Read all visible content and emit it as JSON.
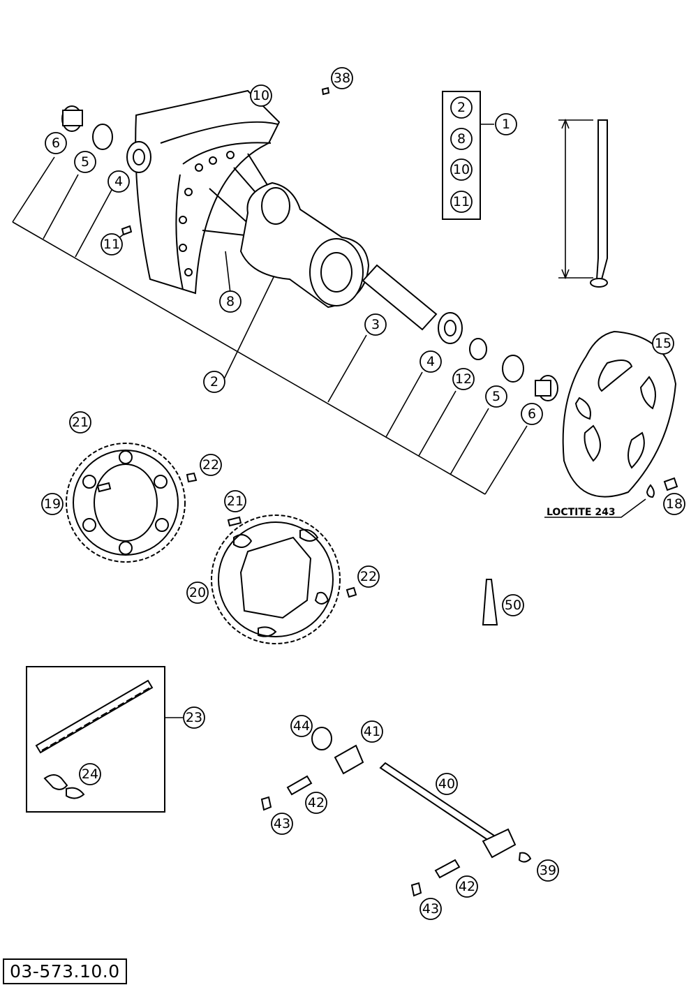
{
  "drawing_code": "03-573.10.0",
  "note": "LOCTITE 243",
  "kit": {
    "number": "1",
    "contents": [
      "2",
      "8",
      "10",
      "11"
    ]
  },
  "callouts": [
    "38",
    "10",
    "6",
    "5",
    "4",
    "11",
    "8",
    "2",
    "3",
    "4",
    "12",
    "5",
    "6",
    "15",
    "21",
    "22",
    "19",
    "21",
    "22",
    "20",
    "18",
    "50",
    "23",
    "24",
    "44",
    "41",
    "40",
    "42",
    "43",
    "39",
    "42",
    "43"
  ]
}
